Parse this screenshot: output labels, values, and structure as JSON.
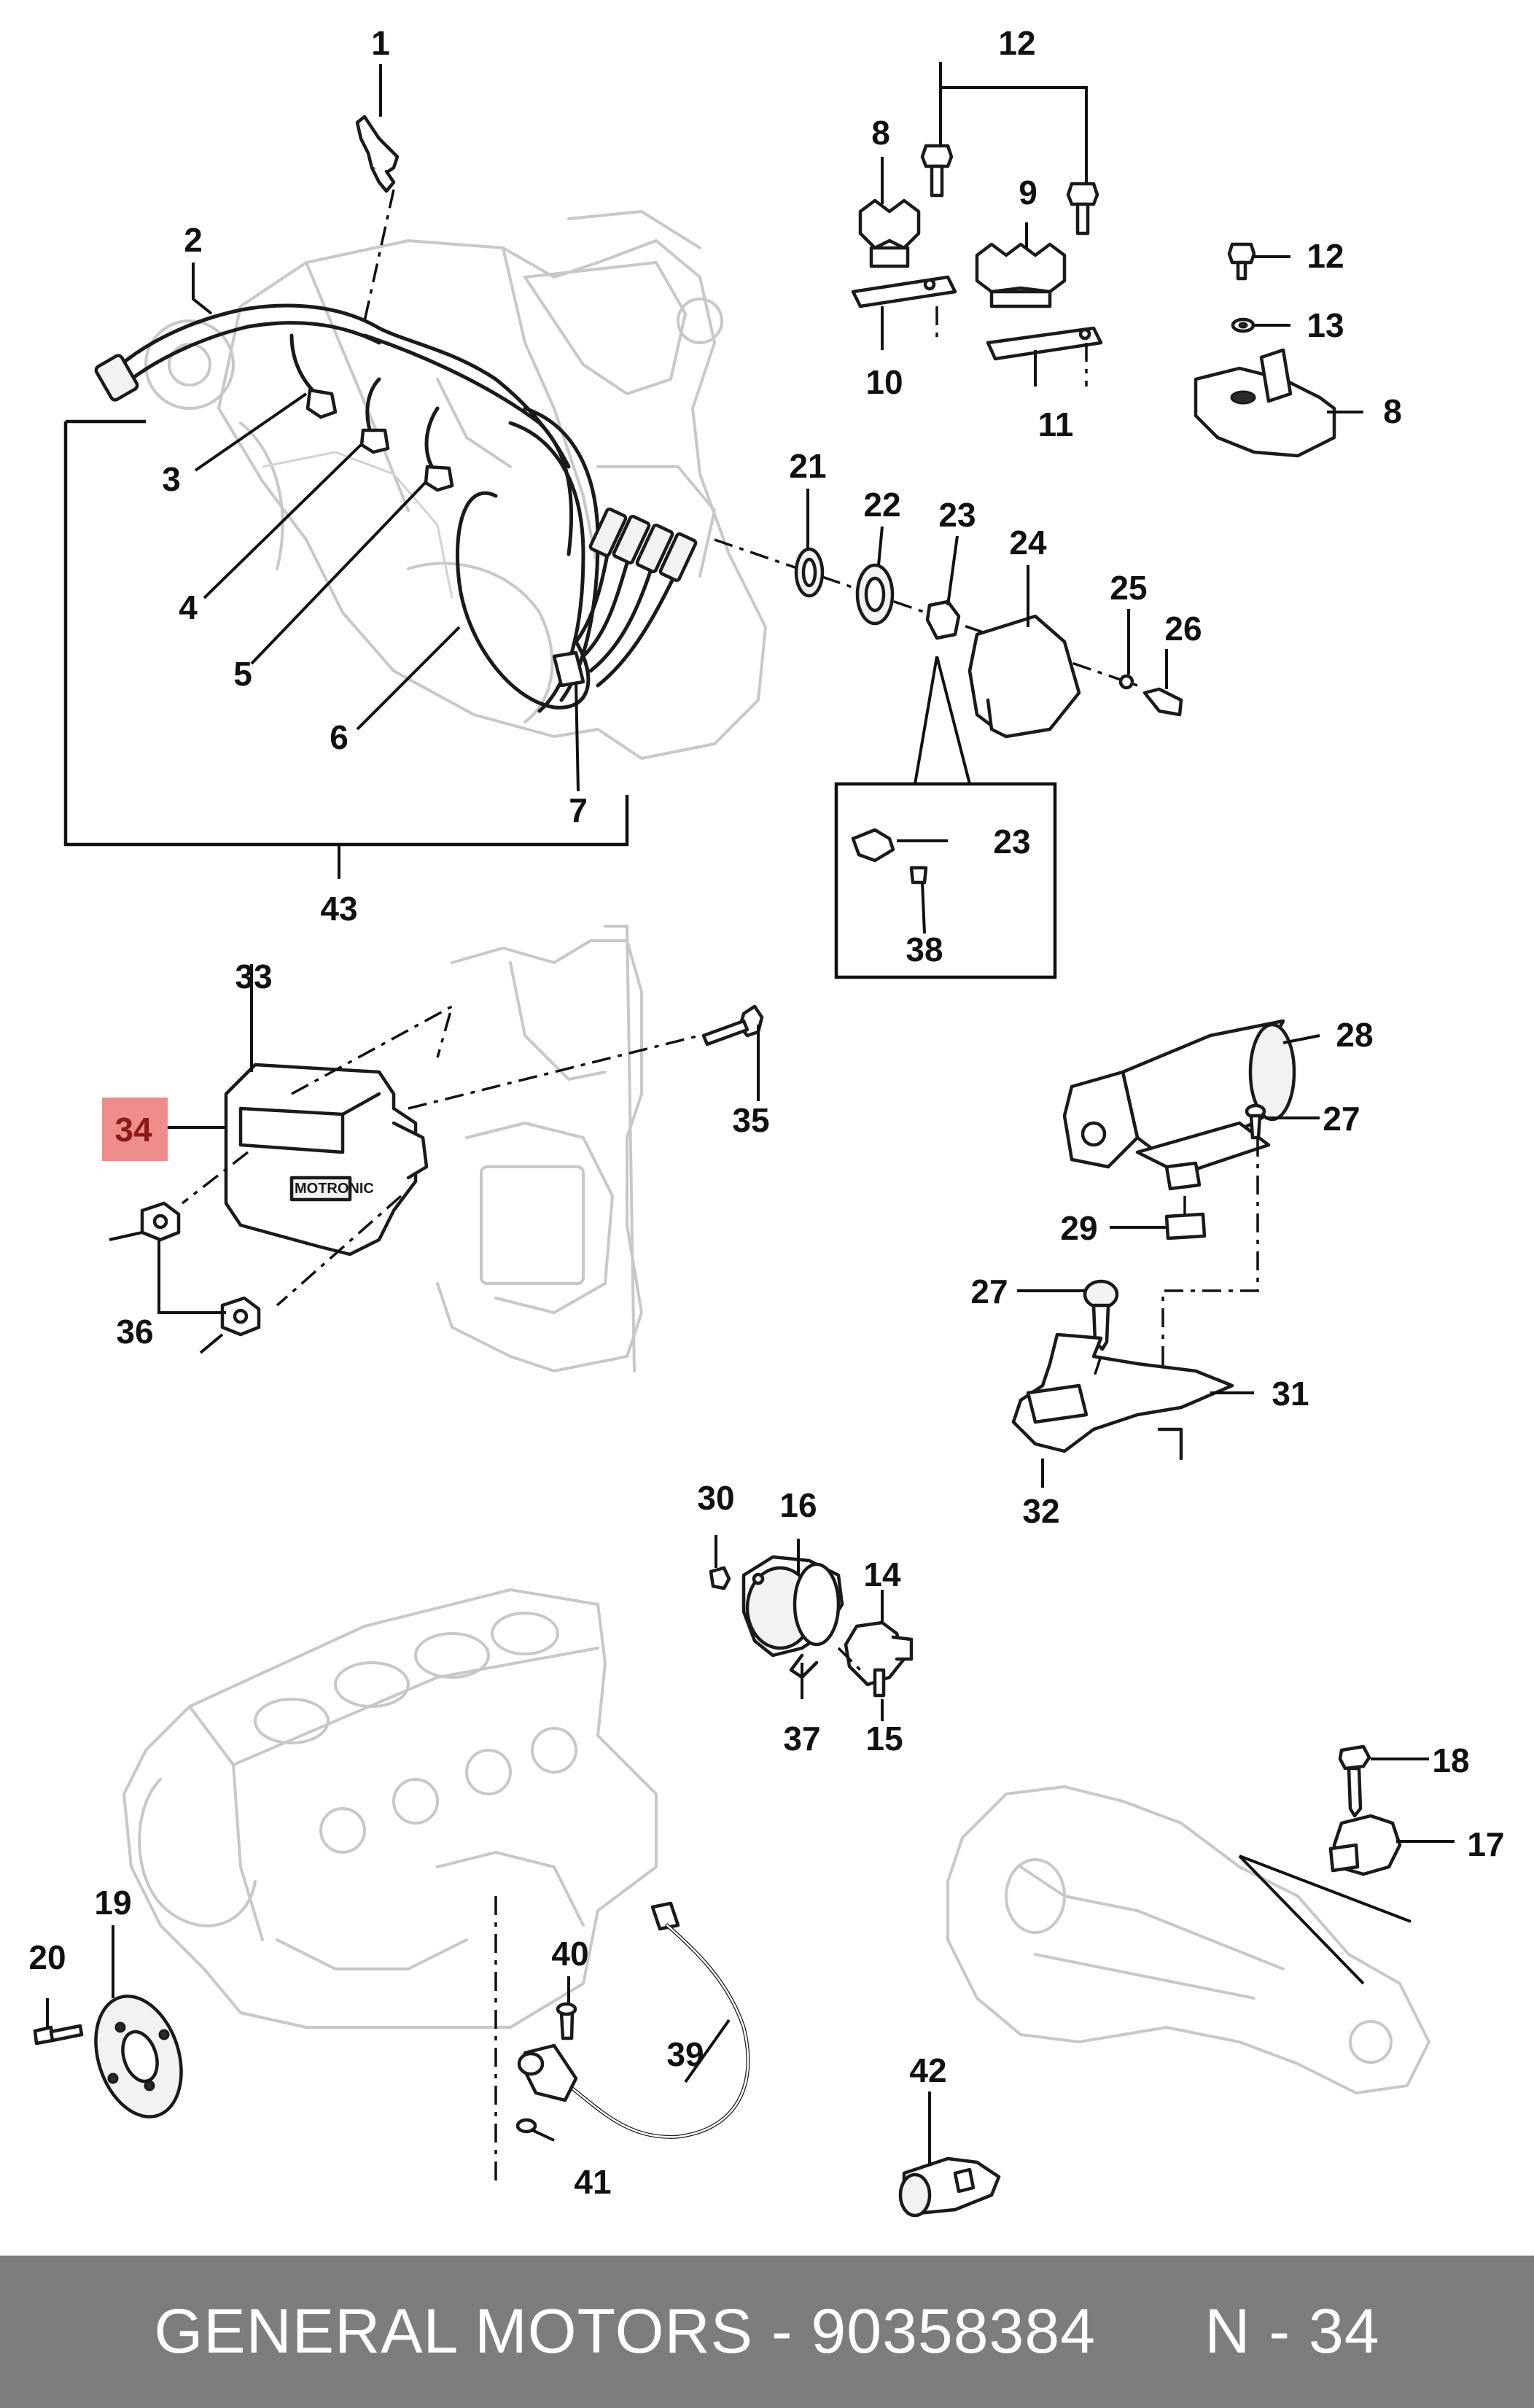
{
  "callouts": {
    "c1": "1",
    "c2": "2",
    "c3": "3",
    "c4": "4",
    "c5": "5",
    "c6": "6",
    "c7": "7",
    "c8a": "8",
    "c8b": "8",
    "c9": "9",
    "c10": "10",
    "c11": "11",
    "c12a": "12",
    "c12b": "12",
    "c13": "13",
    "c14": "14",
    "c15": "15",
    "c16": "16",
    "c17": "17",
    "c18": "18",
    "c19": "19",
    "c20": "20",
    "c21": "21",
    "c22": "22",
    "c23a": "23",
    "c23b": "23",
    "c24": "24",
    "c25": "25",
    "c26": "26",
    "c27a": "27",
    "c27b": "27",
    "c28": "28",
    "c29": "29",
    "c30": "30",
    "c31": "31",
    "c32": "32",
    "c33": "33",
    "c34": "34",
    "c35": "35",
    "c36": "36",
    "c37": "37",
    "c38": "38",
    "c39": "39",
    "c40": "40",
    "c41": "41",
    "c42": "42",
    "c43": "43"
  },
  "highlighted_part": "34",
  "module_brand": "MOTRONIC",
  "footer": {
    "brand": "GENERAL MOTORS",
    "separator": "-",
    "part_number": "90358384",
    "ref": "N - 34"
  },
  "colors": {
    "highlight_box": "#ef8c8c",
    "highlight_text": "#8b1a1a",
    "footer_bg": "#7d7d7d",
    "footer_text": "#ffffff",
    "ghost_lines": "#c8c8c8"
  }
}
